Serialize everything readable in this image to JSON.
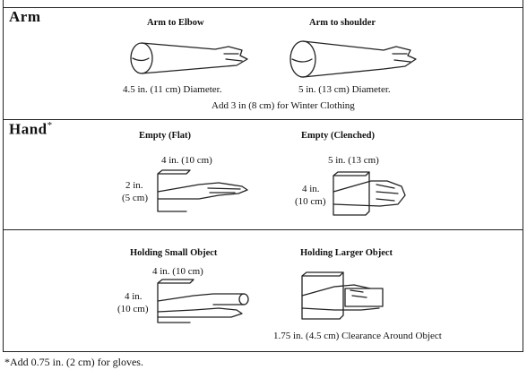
{
  "arm": {
    "title": "Arm",
    "elbow_label": "Arm to Elbow",
    "shoulder_label": "Arm to shoulder",
    "elbow_dim": "4.5 in. (11 cm) Diameter.",
    "shoulder_dim": "5 in. (13 cm) Diameter.",
    "winter_note": "Add 3 in (8 cm) for Winter Clothing"
  },
  "hand": {
    "title": "Hand",
    "title_mark": "*",
    "flat_label": "Empty (Flat)",
    "clenched_label": "Empty (Clenched)",
    "flat_width": "4 in. (10 cm)",
    "flat_height_in": "2 in.",
    "flat_height_cm": "(5 cm)",
    "clenched_width": "5 in. (13 cm)",
    "clenched_height_in": "4 in.",
    "clenched_height_cm": "(10 cm)"
  },
  "holding": {
    "small_label": "Holding Small Object",
    "larger_label": "Holding Larger Object",
    "small_width": "4 in. (10 cm)",
    "small_height_in": "4 in.",
    "small_height_cm": "(10 cm)",
    "clearance": "1.75 in. (4.5 cm) Clearance Around Object"
  },
  "footnote": "*Add 0.75 in. (2 cm) for gloves."
}
